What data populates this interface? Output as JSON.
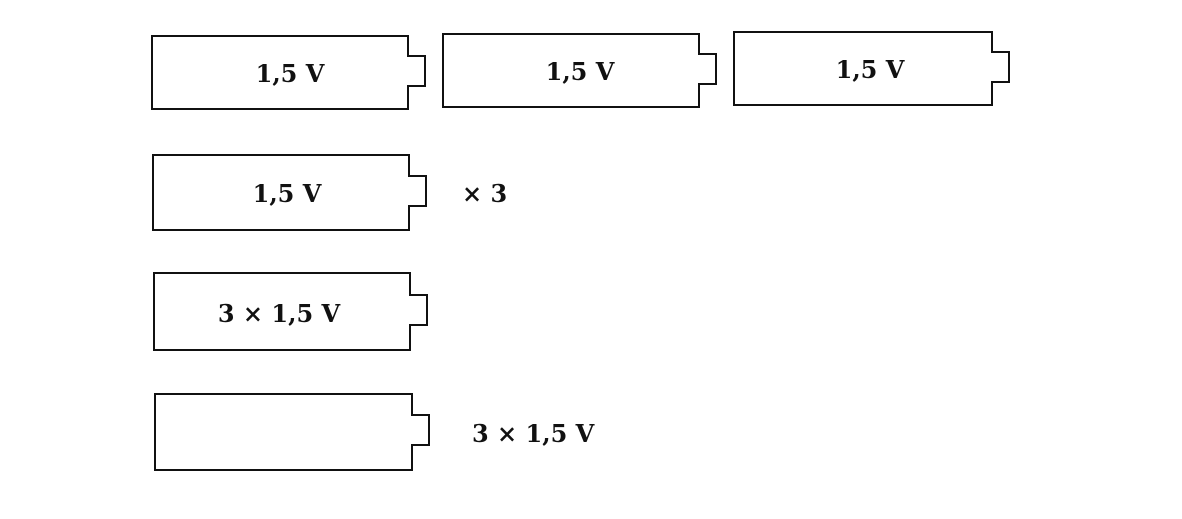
{
  "rows": [
    {
      "cells": [
        "1,5 V",
        "1,5 V",
        "1,5 V"
      ],
      "side_text": ""
    },
    {
      "cells": [
        "1,5 V"
      ],
      "side_text": "× 3"
    },
    {
      "cells": [
        "3 × 1,5 V"
      ],
      "side_text": ""
    },
    {
      "cells": [
        ""
      ],
      "side_text": "3 × 1,5 V"
    }
  ]
}
